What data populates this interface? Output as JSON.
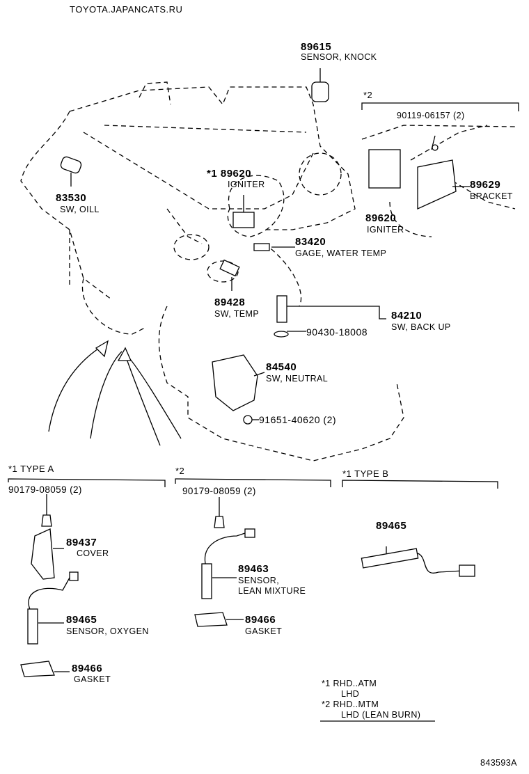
{
  "site": "TOYOTA.JAPANCATS.RU",
  "parts": {
    "knock_sensor": {
      "number": "89615",
      "name": "SENSOR, KNOCK"
    },
    "oil_switch": {
      "number": "83530",
      "name": "SW, OILL"
    },
    "igniter_1": {
      "note": "*1",
      "number": "89620",
      "name": "IGNITER"
    },
    "igniter_2": {
      "number": "89620",
      "name": "IGNITER"
    },
    "bolt_igniter": {
      "number": "90119-06157 (2)"
    },
    "bracket": {
      "number": "89629",
      "name": "BRACKET"
    },
    "water_temp": {
      "number": "83420",
      "name": "GAGE, WATER TEMP"
    },
    "temp_switch": {
      "number": "89428",
      "name": "SW, TEMP"
    },
    "back_up_switch": {
      "number": "84210",
      "name": "SW, BACK UP"
    },
    "gasket_backup": {
      "number": "90430-18008"
    },
    "neutral_switch": {
      "number": "84540",
      "name": "SW, NEUTRAL"
    },
    "bolt_neutral": {
      "number": "91651-40620 (2)"
    }
  },
  "groups": {
    "star2_top": "*2",
    "type_a": {
      "title": "*1 TYPE A",
      "nut": "90179-08059 (2)",
      "cover": {
        "number": "89437",
        "name": "COVER"
      },
      "sensor": {
        "number": "89465",
        "name": "SENSOR, OXYGEN"
      },
      "gasket": {
        "number": "89466",
        "name": "GASKET"
      }
    },
    "star2": {
      "title": "*2",
      "nut": "90179-08059 (2)",
      "sensor": {
        "number": "89463",
        "name1": "SENSOR,",
        "name2": "LEAN MIXTURE"
      },
      "gasket": {
        "number": "89466",
        "name": "GASKET"
      }
    },
    "type_b": {
      "title": "*1 TYPE B",
      "sensor": {
        "number": "89465"
      }
    }
  },
  "legend": {
    "l1": "*1  RHD..ATM",
    "l2": "LHD",
    "l3": "*2  RHD..MTM",
    "l4": "LHD (LEAN BURN)"
  },
  "footer_code": "843593A"
}
